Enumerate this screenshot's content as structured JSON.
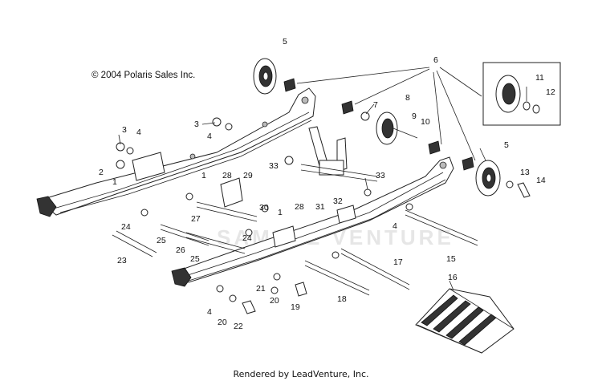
{
  "copyright": "© 2004 Polaris Sales Inc.",
  "credit": "Rendered by LeadVenture, Inc.",
  "watermark": "SAMPLE VENTURE",
  "callouts": [
    {
      "id": "c5a",
      "label": "5"
    },
    {
      "id": "c6",
      "label": "6"
    },
    {
      "id": "c3a",
      "label": "3"
    },
    {
      "id": "c4a",
      "label": "4"
    },
    {
      "id": "c3b",
      "label": "3"
    },
    {
      "id": "c4b",
      "label": "4"
    },
    {
      "id": "c2",
      "label": "2"
    },
    {
      "id": "c1a",
      "label": "1"
    },
    {
      "id": "c7",
      "label": "7"
    },
    {
      "id": "c8",
      "label": "8"
    },
    {
      "id": "c9",
      "label": "9"
    },
    {
      "id": "c10",
      "label": "10"
    },
    {
      "id": "c11",
      "label": "11"
    },
    {
      "id": "c12",
      "label": "12"
    },
    {
      "id": "c5b",
      "label": "5"
    },
    {
      "id": "c13",
      "label": "13"
    },
    {
      "id": "c14",
      "label": "14"
    },
    {
      "id": "c33a",
      "label": "33"
    },
    {
      "id": "c33b",
      "label": "33"
    },
    {
      "id": "c1b",
      "label": "1"
    },
    {
      "id": "c28a",
      "label": "28"
    },
    {
      "id": "c29",
      "label": "29"
    },
    {
      "id": "c28b",
      "label": "28"
    },
    {
      "id": "c31",
      "label": "31"
    },
    {
      "id": "c32",
      "label": "32"
    },
    {
      "id": "c30",
      "label": "30"
    },
    {
      "id": "c1c",
      "label": "1"
    },
    {
      "id": "c27",
      "label": "27"
    },
    {
      "id": "c24a",
      "label": "24"
    },
    {
      "id": "c24b",
      "label": "24"
    },
    {
      "id": "c4c",
      "label": "4"
    },
    {
      "id": "c25a",
      "label": "25"
    },
    {
      "id": "c26",
      "label": "26"
    },
    {
      "id": "c25b",
      "label": "25"
    },
    {
      "id": "c23",
      "label": "23"
    },
    {
      "id": "c15",
      "label": "15"
    },
    {
      "id": "c17",
      "label": "17"
    },
    {
      "id": "c16",
      "label": "16"
    },
    {
      "id": "c21",
      "label": "21"
    },
    {
      "id": "c20a",
      "label": "20"
    },
    {
      "id": "c18",
      "label": "18"
    },
    {
      "id": "c19",
      "label": "19"
    },
    {
      "id": "c4d",
      "label": "4"
    },
    {
      "id": "c20b",
      "label": "20"
    },
    {
      "id": "c22",
      "label": "22"
    }
  ]
}
